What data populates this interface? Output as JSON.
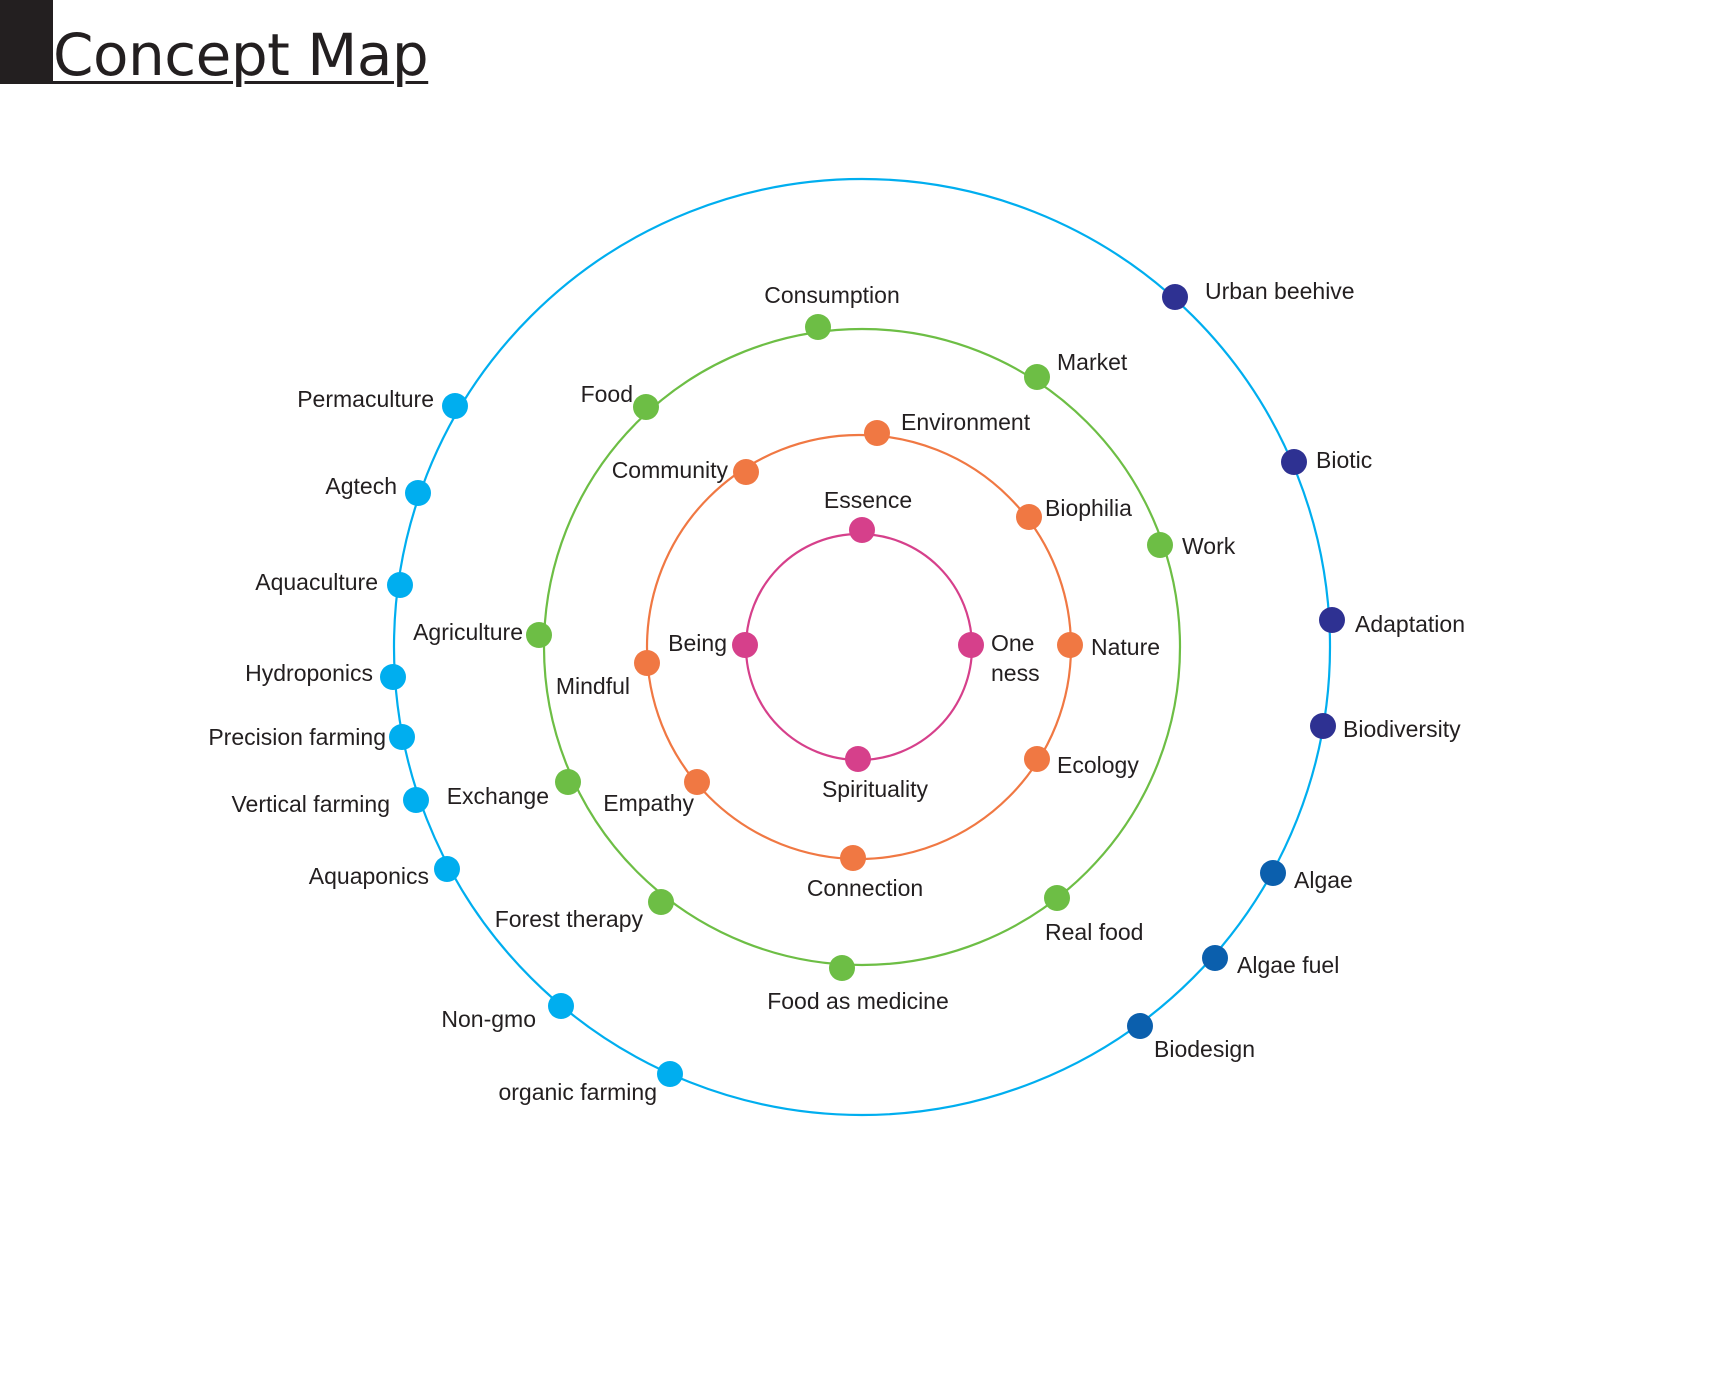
{
  "title": "Concept Map",
  "rings": [
    {
      "id": "core",
      "color": "#d6408b",
      "nodes": [
        {
          "label": "Essence",
          "dot_color": "#d6408b"
        },
        {
          "label": "Being",
          "dot_color": "#d6408b"
        },
        {
          "label": "One ness",
          "dot_color": "#d6408b"
        },
        {
          "label": "Spirituality",
          "dot_color": "#d6408b"
        }
      ]
    },
    {
      "id": "inner",
      "color": "#f07843",
      "nodes": [
        {
          "label": "Environment",
          "dot_color": "#f07843"
        },
        {
          "label": "Community",
          "dot_color": "#f07843"
        },
        {
          "label": "Biophilia",
          "dot_color": "#f07843"
        },
        {
          "label": "Nature",
          "dot_color": "#f07843"
        },
        {
          "label": "Mindful",
          "dot_color": "#f07843"
        },
        {
          "label": "Ecology",
          "dot_color": "#f07843"
        },
        {
          "label": "Empathy",
          "dot_color": "#f07843"
        },
        {
          "label": "Connection",
          "dot_color": "#f07843"
        }
      ]
    },
    {
      "id": "middle",
      "color": "#6dbe45",
      "nodes": [
        {
          "label": "Consumption",
          "dot_color": "#6dbe45"
        },
        {
          "label": "Market",
          "dot_color": "#6dbe45"
        },
        {
          "label": "Food",
          "dot_color": "#6dbe45"
        },
        {
          "label": "Work",
          "dot_color": "#6dbe45"
        },
        {
          "label": "Agriculture",
          "dot_color": "#6dbe45"
        },
        {
          "label": "Exchange",
          "dot_color": "#6dbe45"
        },
        {
          "label": "Forest therapy",
          "dot_color": "#6dbe45"
        },
        {
          "label": "Real food",
          "dot_color": "#6dbe45"
        },
        {
          "label": "Food as medicine",
          "dot_color": "#6dbe45"
        }
      ]
    },
    {
      "id": "outer",
      "color": "#00aeef",
      "nodes": [
        {
          "label": "Urban beehive",
          "dot_color": "#2e3192"
        },
        {
          "label": "Biotic",
          "dot_color": "#2e3192"
        },
        {
          "label": "Adaptation",
          "dot_color": "#2e3192"
        },
        {
          "label": "Biodiversity",
          "dot_color": "#2e3192"
        },
        {
          "label": "Algae",
          "dot_color": "#0b5fad"
        },
        {
          "label": "Algae fuel",
          "dot_color": "#0b5fad"
        },
        {
          "label": "Biodesign",
          "dot_color": "#0b5fad"
        },
        {
          "label": "Permaculture",
          "dot_color": "#00aeef"
        },
        {
          "label": "Agtech",
          "dot_color": "#00aeef"
        },
        {
          "label": "Aquaculture",
          "dot_color": "#00aeef"
        },
        {
          "label": "Hydroponics",
          "dot_color": "#00aeef"
        },
        {
          "label": "Precision farming",
          "dot_color": "#00aeef"
        },
        {
          "label": "Vertical farming",
          "dot_color": "#00aeef"
        },
        {
          "label": "Aquaponics",
          "dot_color": "#00aeef"
        },
        {
          "label": "Non-gmo",
          "dot_color": "#00aeef"
        },
        {
          "label": "organic farming",
          "dot_color": "#00aeef"
        }
      ]
    }
  ]
}
